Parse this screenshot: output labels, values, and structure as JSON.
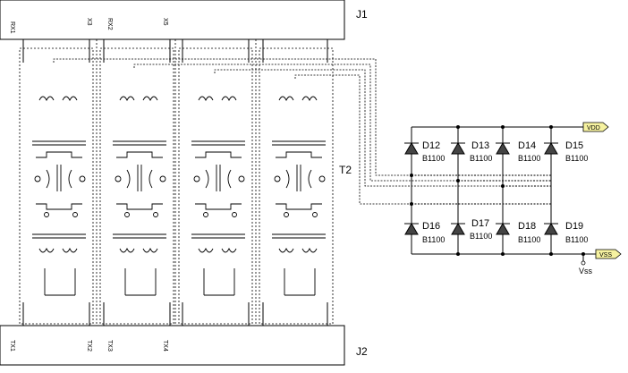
{
  "connectors": {
    "top": {
      "ref": "J1",
      "pins": [
        "RX1",
        "X3",
        "RX2",
        "X5"
      ]
    },
    "bottom": {
      "ref": "J2",
      "pins": [
        "TX1",
        "TX2",
        "TX3",
        "TX4"
      ]
    }
  },
  "transformer_ref": "T2",
  "diodes": [
    {
      "ref": "D12",
      "part": "B1100"
    },
    {
      "ref": "D13",
      "part": "B1100"
    },
    {
      "ref": "D14",
      "part": "B1100"
    },
    {
      "ref": "D15",
      "part": "B1100"
    },
    {
      "ref": "D16",
      "part": "B1100"
    },
    {
      "ref": "D17",
      "part": "B1100"
    },
    {
      "ref": "D18",
      "part": "B1100"
    },
    {
      "ref": "D19",
      "part": "B1100"
    }
  ],
  "rails": {
    "vdd": "VDD",
    "vss": "VSS",
    "vss_net": "Vss"
  },
  "colors": {
    "rail_flag": "#f6f2a0",
    "line": "#000000"
  }
}
